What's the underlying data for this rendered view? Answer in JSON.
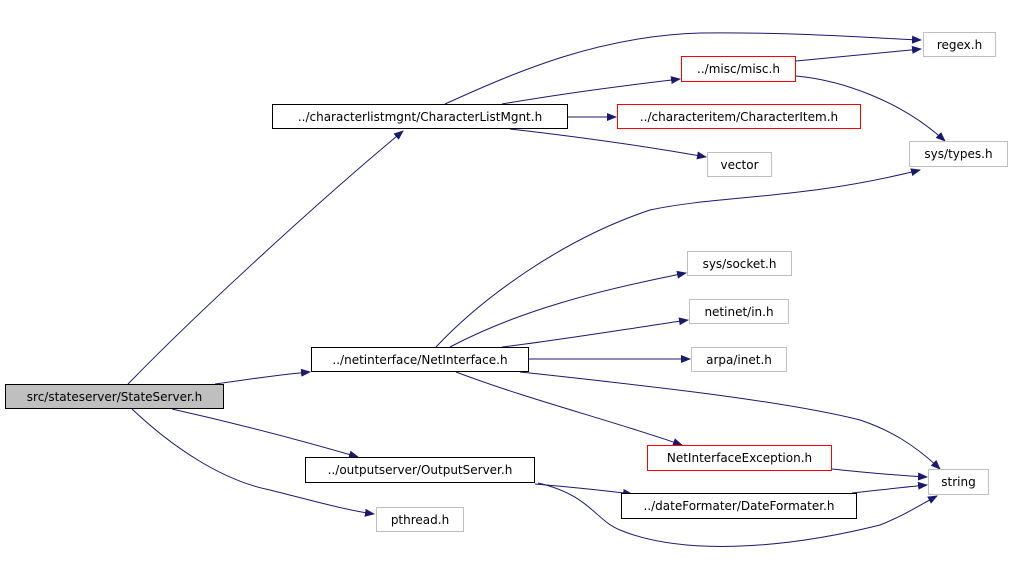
{
  "graph": {
    "edge_color": "#191970",
    "nodes": {
      "stateserver": "src/stateserver/StateServer.h",
      "characterlistmgnt": "../characterlistmgnt/CharacterListMgnt.h",
      "netinterface": "../netinterface/NetInterface.h",
      "outputserver": "../outputserver/OutputServer.h",
      "pthread": "pthread.h",
      "misc": "../misc/misc.h",
      "characteritem": "../characteritem/CharacterItem.h",
      "vector": "vector",
      "regex": "regex.h",
      "systypes": "sys/types.h",
      "syssocket": "sys/socket.h",
      "netinetin": "netinet/in.h",
      "arpainet": "arpa/inet.h",
      "netinterfaceexception": "NetInterfaceException.h",
      "string": "string",
      "dateformater": "../dateFormater/DateFormater.h"
    }
  }
}
